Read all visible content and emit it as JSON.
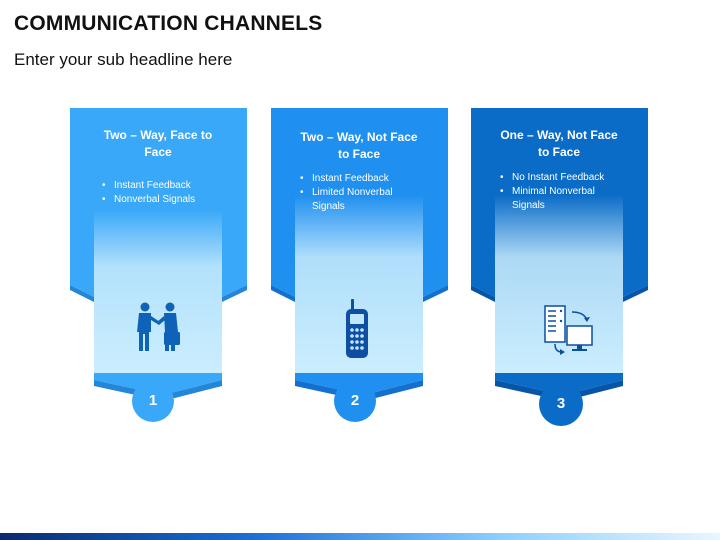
{
  "header": {
    "title": "COMMUNICATION CHANNELS",
    "subtitle": "Enter your sub headline here"
  },
  "colors": {
    "card1": "#3aa8f8",
    "card2": "#1f8ff0",
    "card3": "#0b6cc8",
    "bottom_bar": "#1a8be6"
  },
  "cards": [
    {
      "title": "Two – Way, Face to Face",
      "title_lines": [
        "Two – Way, Face to",
        "Face"
      ],
      "bullets": [
        "Instant Feedback",
        "Nonverbal Signals"
      ],
      "icon": "handshake-people-icon",
      "number": "1"
    },
    {
      "title": "Two – Way, Not Face to Face",
      "title_lines": [
        "Two – Way, Not Face",
        "to Face"
      ],
      "bullets": [
        "Instant Feedback",
        "Limited Nonverbal Signals"
      ],
      "bullet_lines": [
        [
          "Instant Feedback"
        ],
        [
          "Limited Nonverbal",
          "Signals"
        ]
      ],
      "icon": "mobile-phone-icon",
      "number": "2"
    },
    {
      "title": "One – Way, Not Face to Face",
      "title_lines": [
        "One – Way, Not Face",
        "to Face"
      ],
      "bullets": [
        "No Instant Feedback",
        "Minimal Nonverbal Signals"
      ],
      "bullet_lines": [
        [
          "No Instant Feedback"
        ],
        [
          "Minimal Nonverbal",
          "Signals"
        ]
      ],
      "icon": "server-monitor-transfer-icon",
      "number": "3"
    }
  ]
}
